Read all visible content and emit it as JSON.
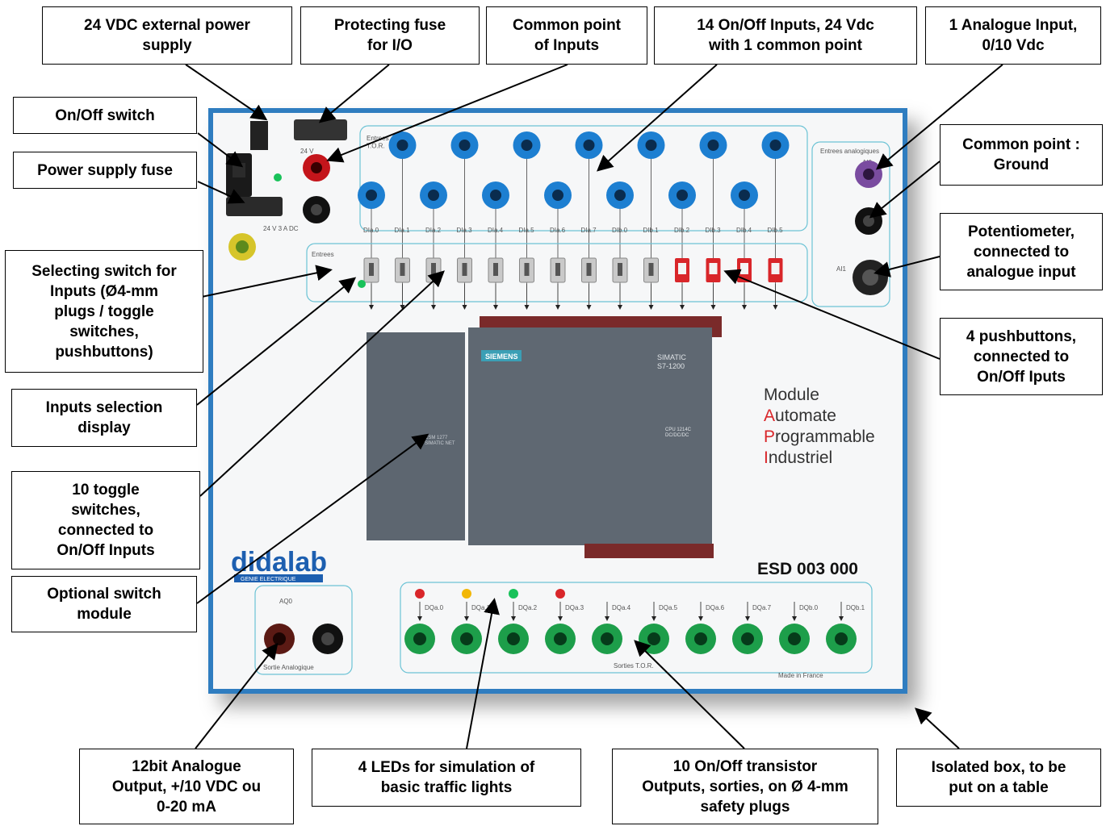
{
  "callouts": {
    "ext_power": "24 VDC external power\nsupply",
    "fuse_io": "Protecting fuse\nfor I/O",
    "common_inputs": "Common point\nof Inputs",
    "on_off_inputs": "14 On/Off Inputs, 24 Vdc\nwith 1 common point",
    "analogue_input": "1 Analogue Input,\n0/10 Vdc",
    "on_off_switch": "On/Off switch",
    "power_fuse": "Power supply fuse",
    "common_ground": "Common point :\nGround",
    "potentiometer": "Potentiometer,\nconnected to\nanalogue input",
    "selecting_switch": "Selecting switch for\nInputs (Ø4-mm\nplugs / toggle\nswitches,\npushbuttons)",
    "pushbuttons": "4 pushbuttons,\nconnected to\nOn/Off Iputs",
    "selection_display": "Inputs selection\ndisplay",
    "toggle_switches": "10 toggle\nswitches,\nconnected to\nOn/Off Inputs",
    "optional_switch": "Optional switch\nmodule",
    "analogue_output": "12bit Analogue\nOutput, +/10 VDC ou\n0-20 mA",
    "leds": "4 LEDs for simulation of\nbasic traffic lights",
    "transistor_outputs": "10 On/Off transistor\nOutputs, sorties, on Ø 4-mm\nsafety plugs",
    "isolated_box": "Isolated box, to be\nput on a table"
  },
  "board": {
    "v24": "24 V",
    "v24_dc": "24 V 3 A DC",
    "entrees": "Entrees",
    "entrees_tor": "Entrees\nT.O.R.",
    "entrees_analog": "Entrees analogiques",
    "ai0": "AI0",
    "ai1": "AI1",
    "aq0": "AQ0",
    "sortie_analog": "Sortie Analogique",
    "sorties_tor": "Sorties T.O.R.",
    "made_in": "Made in France",
    "module_title": {
      "l1": "Module",
      "a": "A",
      "l2": "utomate",
      "p": "P",
      "l3": "rogrammable",
      "i": "I",
      "l4": "ndustriel"
    },
    "code": "ESD 003 000",
    "brand": "didalab",
    "brand_sub": "GENIE ELECTRIQUE",
    "siemens": "SIEMENS",
    "simatic": "SIMATIC\nS7-1200",
    "cpu": "CPU 1214C\nDC/DC/DC",
    "csm": "CSM 1277\nSIMATIC NET",
    "input_labels": [
      "DIa.0",
      "DIa.1",
      "DIa.2",
      "DIa.3",
      "DIa.4",
      "DIa.5",
      "DIa.6",
      "DIa.7",
      "DIb.0",
      "DIb.1",
      "DIb.2",
      "DIb.3",
      "DIb.4",
      "DIb.5"
    ],
    "output_labels": [
      "DQa.0",
      "DQa.1",
      "DQa.2",
      "DQa.3",
      "DQa.4",
      "DQa.5",
      "DQa.6",
      "DQa.7",
      "DQb.0",
      "DQb.1"
    ]
  },
  "colors": {
    "board_frame": "#2f7dc0",
    "panel_line": "#6cc3d5",
    "input_socket": "#1d7fd1",
    "output_socket": "#1d9e4a",
    "plc": "#5d6670",
    "siemens": "#3b9fb5",
    "brand": "#1d5fb0",
    "accent_red": "#d9262a"
  }
}
